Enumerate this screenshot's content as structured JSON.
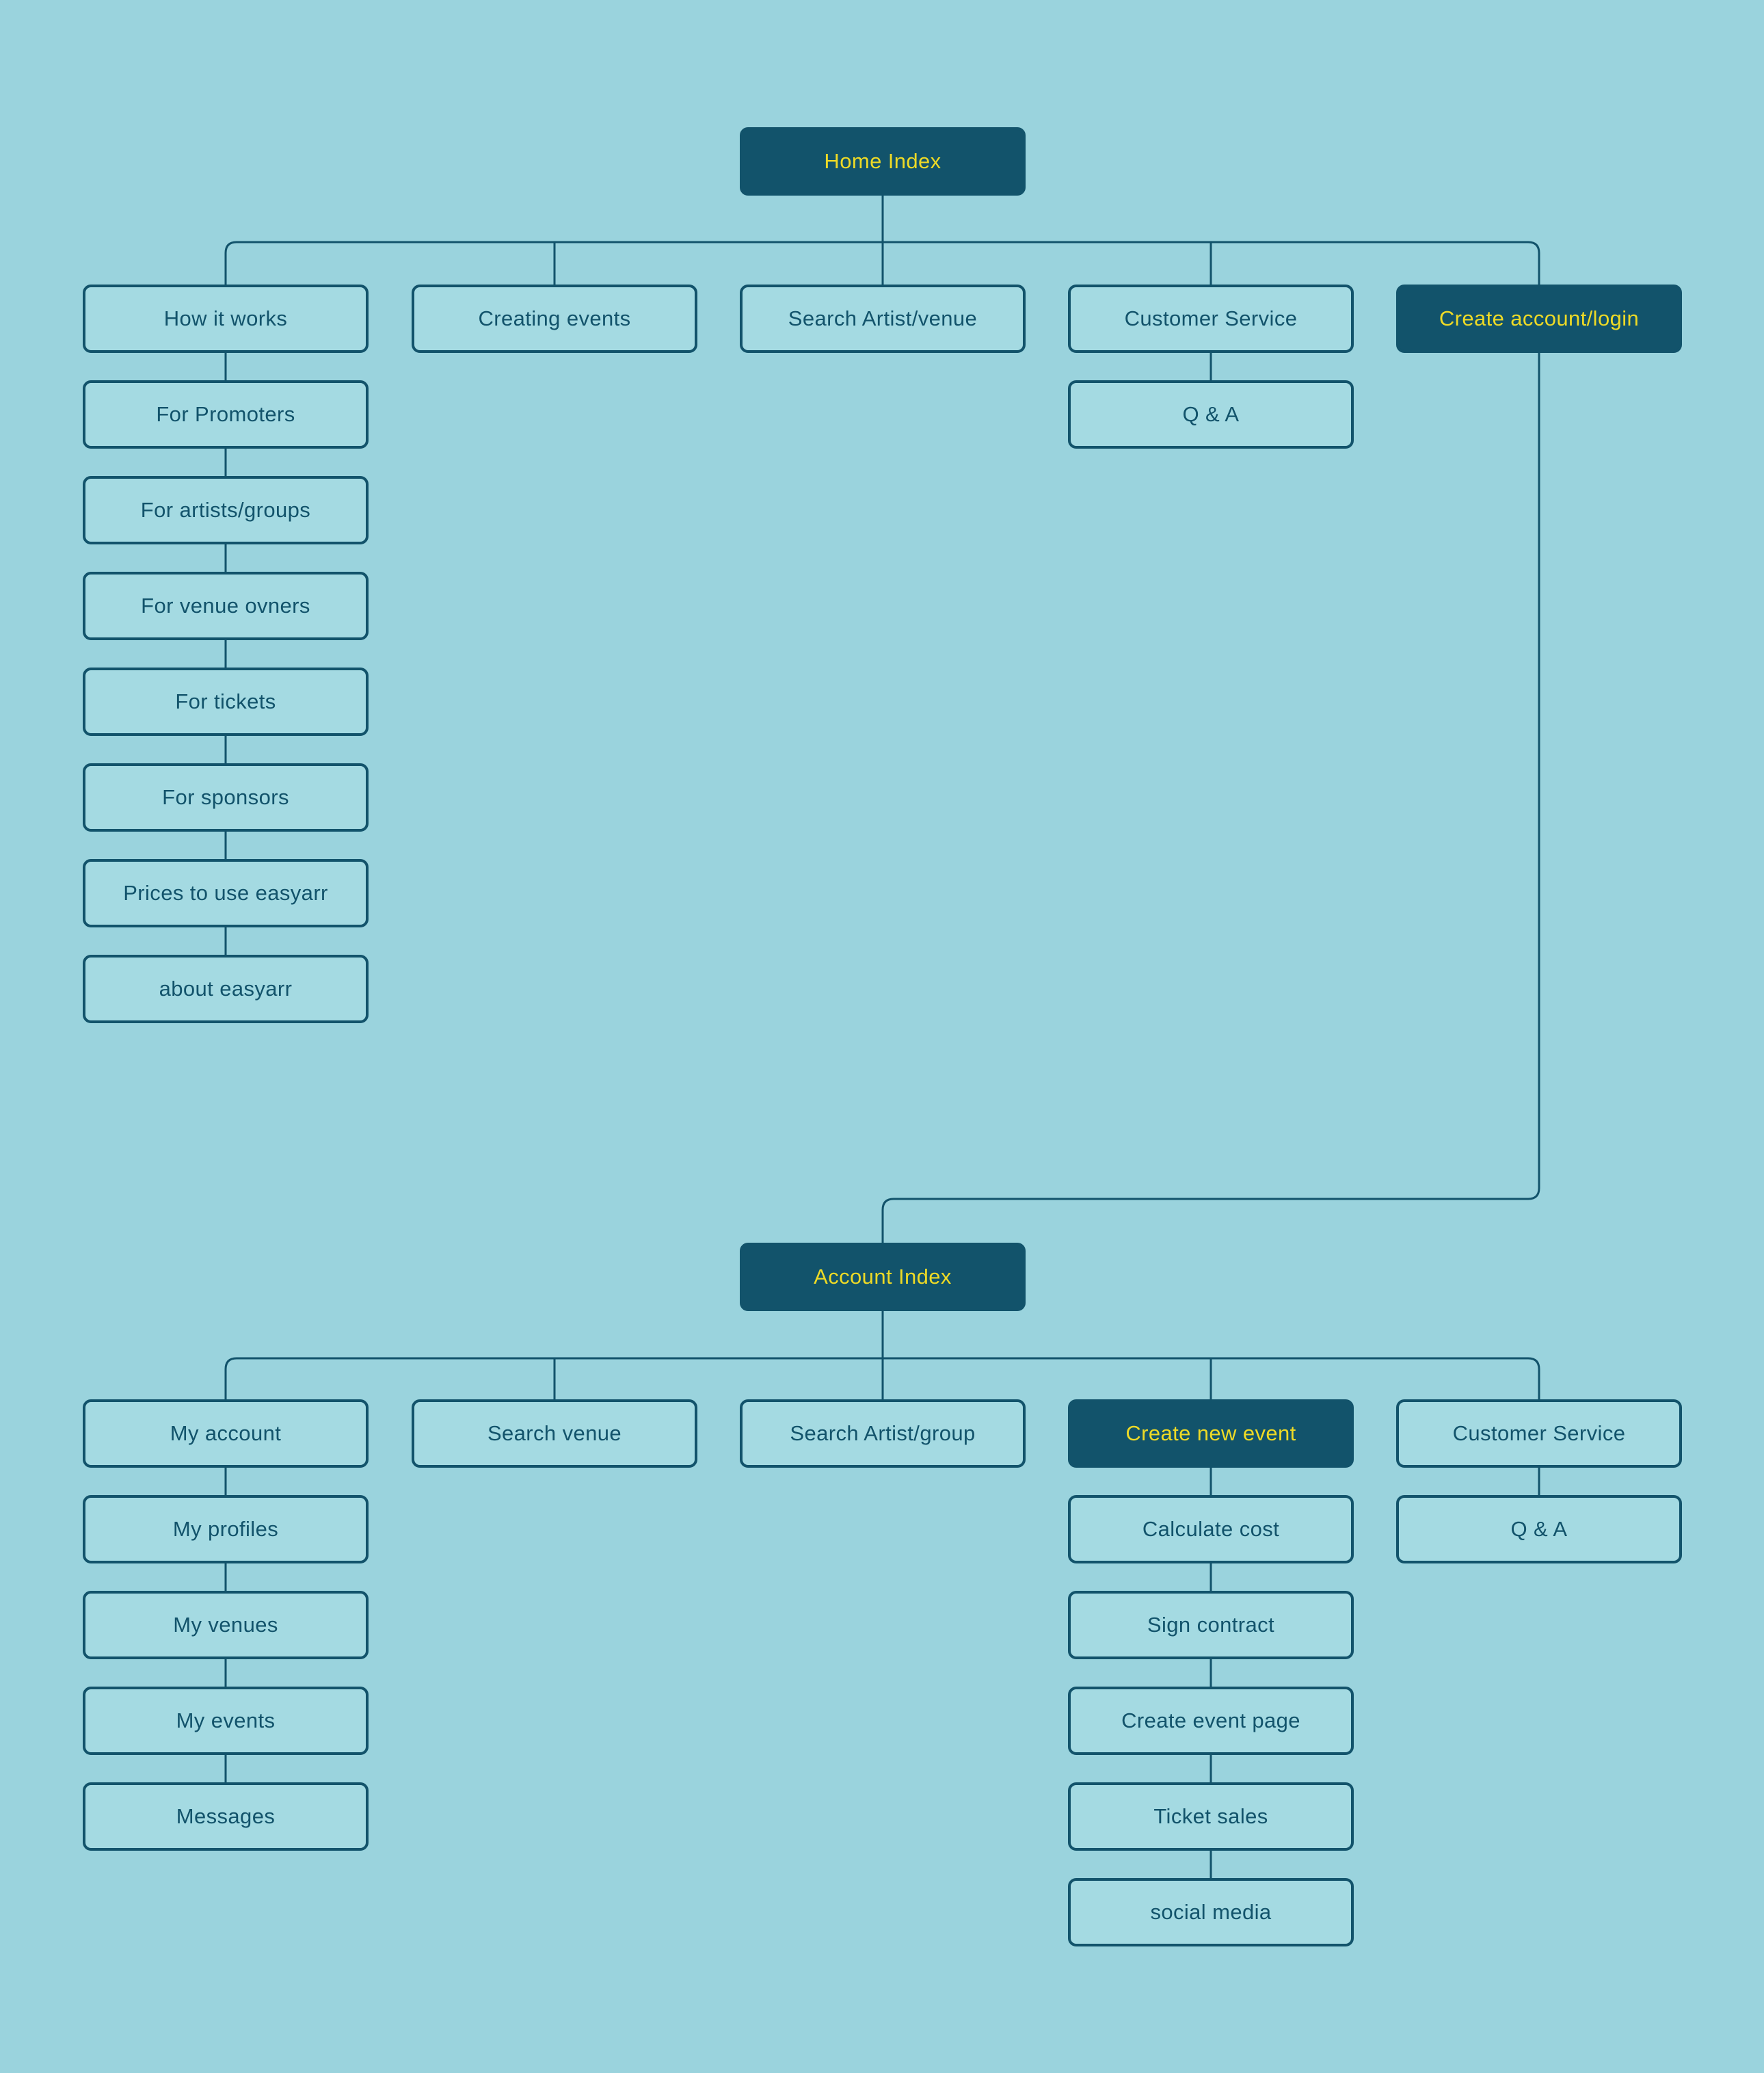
{
  "colors": {
    "background": "#9ad3dd",
    "box_fill": "#a4dae2",
    "dark_teal": "#12536b",
    "accent_yellow": "#eeda26"
  },
  "home_tree": {
    "root": "Home Index",
    "children": [
      "How it works",
      "Creating events",
      "Search Artist/venue",
      "Customer Service",
      "Create account/login"
    ],
    "customer_service_child": "Q & A",
    "how_it_works_chain": [
      "For Promoters",
      "For artists/groups",
      "For venue ovners",
      "For tickets",
      "For sponsors",
      "Prices to use easyarr",
      "about easyarr"
    ]
  },
  "account_tree": {
    "root": "Account Index",
    "children": [
      "My account",
      "Search venue",
      "Search Artist/group",
      "Create new event",
      "Customer Service"
    ],
    "my_account_chain": [
      "My profiles",
      "My venues",
      "My events",
      "Messages"
    ],
    "create_event_chain": [
      "Calculate cost",
      "Sign contract",
      "Create event page",
      "Ticket sales",
      "social media"
    ],
    "customer_service_child": "Q & A"
  }
}
